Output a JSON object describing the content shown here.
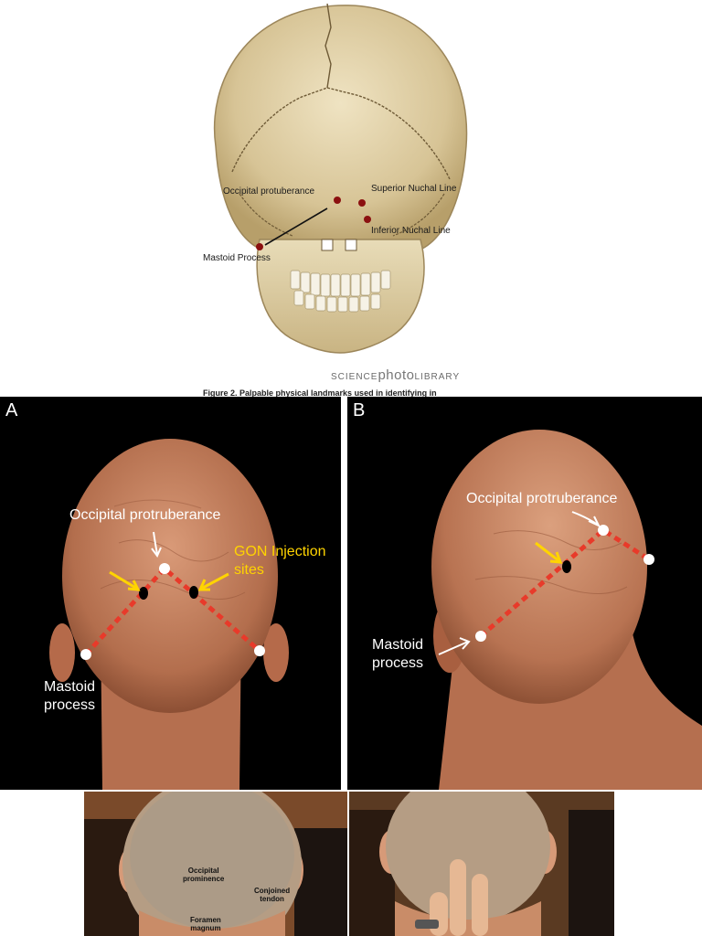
{
  "skull": {
    "labels": {
      "occipital_protuberance": "Occipital protuberance",
      "superior_nuchal_line": "Superior Nuchal Line",
      "inferior_nuchal_line": "Inferior Nuchal Line",
      "mastoid_process": "Mastoid Process"
    },
    "watermark": {
      "part_a": "SCIENCE",
      "part_b": "photo",
      "part_c": "LIBRARY"
    },
    "caption_fragment": "Figure 2. Palpable physical landmarks used in identifying in"
  },
  "panel_a": {
    "letter": "A",
    "occipital_label": "Occipital protruberance",
    "gon_label": [
      "GON Injection",
      "sites"
    ],
    "mastoid_label": [
      "Mastoid",
      "process"
    ]
  },
  "panel_b": {
    "letter": "B",
    "occipital_label": "Occipital protruberance",
    "mastoid_label": [
      "Mastoid",
      "process"
    ]
  },
  "photo_left": {
    "occipital": [
      "Occipital",
      "prominence"
    ],
    "conjoined": [
      "Conjoined",
      "tendon"
    ],
    "foramen": [
      "Foramen",
      "magnum"
    ]
  },
  "colors": {
    "landmark_dot": "#8b1010",
    "dashed_line": "#e83a2a",
    "gon_label": "#ffd400",
    "arrow_white": "#ffffff",
    "arrow_yellow": "#ffd400"
  }
}
